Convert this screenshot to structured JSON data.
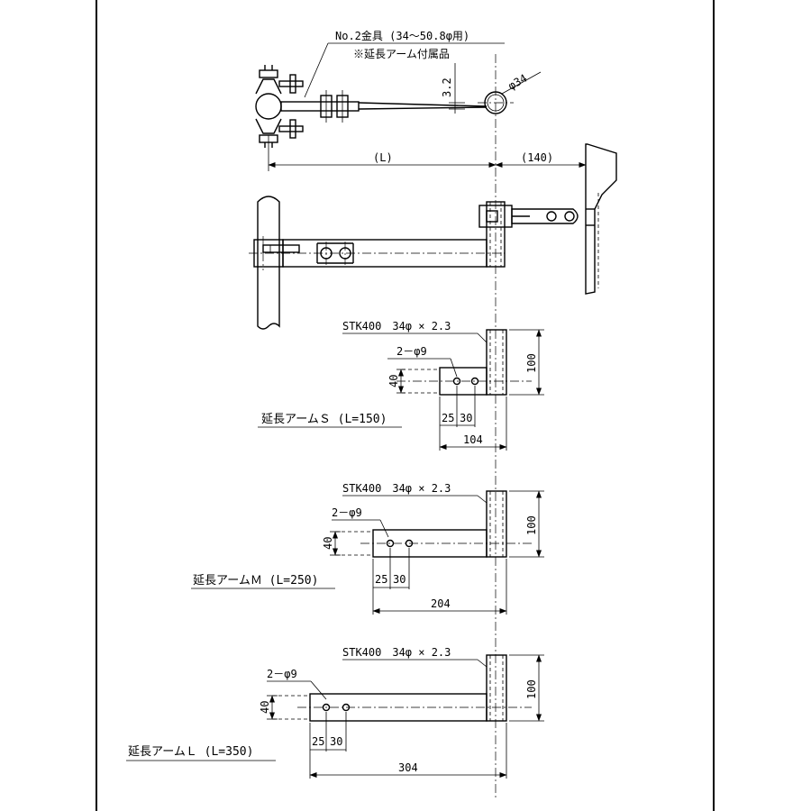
{
  "bracket": {
    "note_title": "No.2金具 (34～50.8φ用)",
    "note_sub": "※延長アーム付属品",
    "dim_plate": "3.2",
    "dim_dia": "φ34"
  },
  "assembly": {
    "dim_L": "(L)",
    "dim_140": "(140)"
  },
  "arms": [
    {
      "spec": "STK400　34φ × 2.3",
      "holes": "2－φ9",
      "name": "延長アームＳ (L=150)",
      "dim_height": "100",
      "dim_dia": "40",
      "dim_a": "25",
      "dim_b": "30",
      "dim_len": "104"
    },
    {
      "spec": "STK400　34φ × 2.3",
      "holes": "2－φ9",
      "name": "延長アームＭ (L=250)",
      "dim_height": "100",
      "dim_dia": "40",
      "dim_a": "25",
      "dim_b": "30",
      "dim_len": "204"
    },
    {
      "spec": "STK400　34φ × 2.3",
      "holes": "2－φ9",
      "name": "延長アームＬ (L=350)",
      "dim_height": "100",
      "dim_dia": "40",
      "dim_a": "25",
      "dim_b": "30",
      "dim_len": "304"
    }
  ]
}
